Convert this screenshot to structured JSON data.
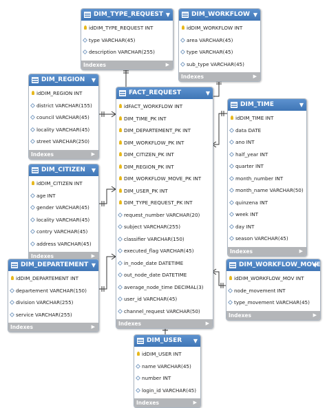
{
  "tables": {
    "dim_type_request": {
      "name": "DIM_TYPE_REQUEST",
      "fields": [
        {
          "text": "idDIM_TYPE_REQUEST INT",
          "icon": "key"
        },
        {
          "text": "type VARCHAR(45)",
          "icon": "column"
        },
        {
          "text": "description VARCHAR(255)",
          "icon": "column"
        }
      ],
      "footer": "Indexes"
    },
    "dim_workflow": {
      "name": "DIM_WORKFLOW",
      "fields": [
        {
          "text": "idDIM_WORKFLOW INT",
          "icon": "key"
        },
        {
          "text": "area VARCHAR(45)",
          "icon": "column"
        },
        {
          "text": "type VARCHAR(45)",
          "icon": "column"
        },
        {
          "text": "sub_type VARCHAR(45)",
          "icon": "column"
        }
      ],
      "footer": "Indexes"
    },
    "dim_region": {
      "name": "DIM_REGION",
      "fields": [
        {
          "text": "idDIM_REGION INT",
          "icon": "key"
        },
        {
          "text": "district VARCHAR(155)",
          "icon": "column"
        },
        {
          "text": "council VARCHAR(45)",
          "icon": "column"
        },
        {
          "text": "locality VARCHAR(45)",
          "icon": "column"
        },
        {
          "text": "street VARCHAR(250)",
          "icon": "column"
        }
      ],
      "footer": "Indexes"
    },
    "fact_request": {
      "name": "FACT_REQUEST",
      "fields": [
        {
          "text": "idFACT_WORKFLOW INT",
          "icon": "key"
        },
        {
          "text": "DIM_TIME_PK INT",
          "icon": "fk"
        },
        {
          "text": "DIM_DEPARTEMENT_PK INT",
          "icon": "fk"
        },
        {
          "text": "DIM_WORKFLOW_PK INT",
          "icon": "fk"
        },
        {
          "text": "DIM_CITIZEN_PK INT",
          "icon": "fk"
        },
        {
          "text": "DIM_REGION_PK INT",
          "icon": "fk"
        },
        {
          "text": "DIM_WORKFLOW_MOVE_PK INT",
          "icon": "fk"
        },
        {
          "text": "DIM_USER_PK INT",
          "icon": "fk"
        },
        {
          "text": "DIM_TYPE_REQUEST_PK INT",
          "icon": "fk"
        },
        {
          "text": "request_number VARCHAR(20)",
          "icon": "column"
        },
        {
          "text": "subject VARCHAR(255)",
          "icon": "column"
        },
        {
          "text": "classifier VARCHAR(150)",
          "icon": "column"
        },
        {
          "text": "executed_flag VARCHAR(45)",
          "icon": "column"
        },
        {
          "text": "in_node_date DATETIME",
          "icon": "column"
        },
        {
          "text": "out_node_date DATETIME",
          "icon": "column"
        },
        {
          "text": "average_node_time DECIMAL(3)",
          "icon": "column"
        },
        {
          "text": "user_id VARCHAR(45)",
          "icon": "column"
        },
        {
          "text": "channel_request VARCHAR(50)",
          "icon": "column"
        }
      ],
      "footer": "Indexes"
    },
    "dim_time": {
      "name": "DIM_TIME",
      "fields": [
        {
          "text": "idDIM_TIME INT",
          "icon": "key"
        },
        {
          "text": "data DATE",
          "icon": "column"
        },
        {
          "text": "ano INT",
          "icon": "column"
        },
        {
          "text": "half_year INT",
          "icon": "column"
        },
        {
          "text": "quarter INT",
          "icon": "column"
        },
        {
          "text": "month_number INT",
          "icon": "column"
        },
        {
          "text": "month_name VARCHAR(50)",
          "icon": "column"
        },
        {
          "text": "quinzena INT",
          "icon": "column"
        },
        {
          "text": "week INT",
          "icon": "column"
        },
        {
          "text": "day INT",
          "icon": "column"
        },
        {
          "text": "season VARCHAR(45)",
          "icon": "column"
        }
      ],
      "footer": "Indexes"
    },
    "dim_citizen": {
      "name": "DIM_CITIZEN",
      "fields": [
        {
          "text": "idDIM_CITIZEN INT",
          "icon": "key"
        },
        {
          "text": "age INT",
          "icon": "column"
        },
        {
          "text": "gender VARCHAR(45)",
          "icon": "column"
        },
        {
          "text": "locality VARCHAR(45)",
          "icon": "column"
        },
        {
          "text": "contry VARCHAR(45)",
          "icon": "column"
        },
        {
          "text": "address VARCHAR(45)",
          "icon": "column"
        }
      ],
      "footer": "Indexes"
    },
    "dim_departement": {
      "name": "DIM_DEPARTEMENT",
      "fields": [
        {
          "text": "idDIM_DEPARTEMENT INT",
          "icon": "key"
        },
        {
          "text": "departement VARCHAR(150)",
          "icon": "column"
        },
        {
          "text": "division VARCHAR(255)",
          "icon": "column"
        },
        {
          "text": "service VARCHAR(255)",
          "icon": "column"
        }
      ],
      "footer": "Indexes"
    },
    "dim_workflow_move": {
      "name": "DIM_WORKFLOW_MOVE",
      "fields": [
        {
          "text": "idDIM_WORKFLOW_MOV INT",
          "icon": "key"
        },
        {
          "text": "node_movement INT",
          "icon": "column"
        },
        {
          "text": "type_movement VARCHAR(45)",
          "icon": "column"
        }
      ],
      "footer": "Indexes"
    },
    "dim_user": {
      "name": "DIM_USER",
      "fields": [
        {
          "text": "idDIM_USER INT",
          "icon": "key"
        },
        {
          "text": "name VARCHAR(45)",
          "icon": "column"
        },
        {
          "text": "number INT",
          "icon": "column"
        },
        {
          "text": "login_id VARCHAR(45)",
          "icon": "column"
        }
      ],
      "footer": "Indexes"
    }
  },
  "colors": {
    "header": "#4a82c3",
    "footer": "#b4b6b9",
    "key_icon": "#e7b81c",
    "link": "#333333"
  }
}
